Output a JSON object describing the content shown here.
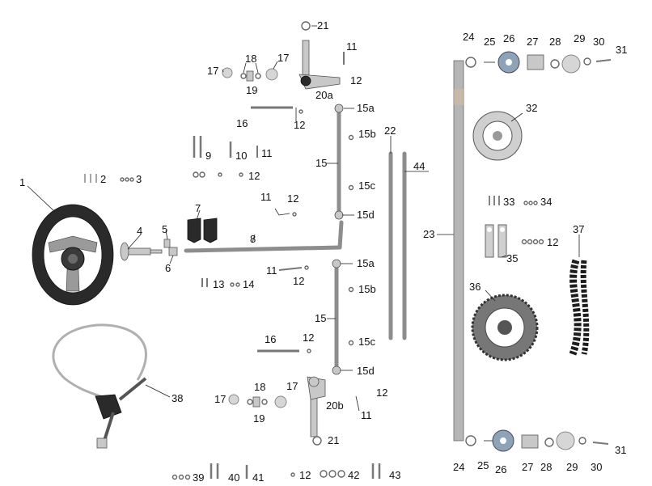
{
  "labels": {
    "p1": "1",
    "p2": "2",
    "p3": "3",
    "p4": "4",
    "p5": "5",
    "p6": "6",
    "p7": "7",
    "p8": "8",
    "p9": "9",
    "p10": "10",
    "p11a": "11",
    "p11b": "11",
    "p11c": "11",
    "p11d": "11",
    "p11e": "11",
    "p12a": "12",
    "p12b": "12",
    "p12c": "12",
    "p12d": "12",
    "p12e": "12",
    "p12f": "12",
    "p12g": "12",
    "p12h": "12",
    "p12i": "12",
    "p13": "13",
    "p14": "14",
    "p15": "15",
    "p15b_main": "15",
    "p15a_top": "15a",
    "p15b_top": "15b",
    "p15c_top": "15c",
    "p15d_top": "15d",
    "p15a_bot": "15a",
    "p15b_bot": "15b",
    "p15c_bot": "15c",
    "p15d_bot": "15d",
    "p16a": "16",
    "p16b": "16",
    "p17a": "17",
    "p17b": "17",
    "p17c": "17",
    "p17d": "17",
    "p18a": "18",
    "p18b": "18",
    "p19a": "19",
    "p19b": "19",
    "p20a": "20a",
    "p20b": "20b",
    "p21a": "21",
    "p21b": "21",
    "p22": "22",
    "p23": "23",
    "p24a": "24",
    "p24b": "24",
    "p25a": "25",
    "p25b": "25",
    "p26a": "26",
    "p26b": "26",
    "p27a": "27",
    "p27b": "27",
    "p28a": "28",
    "p28b": "28",
    "p29a": "29",
    "p29b": "29",
    "p30a": "30",
    "p30b": "30",
    "p31a": "31",
    "p31b": "31",
    "p32": "32",
    "p33": "33",
    "p34": "34",
    "p35": "35",
    "p36": "36",
    "p37": "37",
    "p38": "38",
    "p39": "39",
    "p40": "40",
    "p41": "41",
    "p42": "42",
    "p43": "43",
    "p44": "44"
  },
  "colors": {
    "metal": "#c8c8c8",
    "dark": "#2a2a2a",
    "rod": "#8d8d8d",
    "line": "#222222"
  }
}
